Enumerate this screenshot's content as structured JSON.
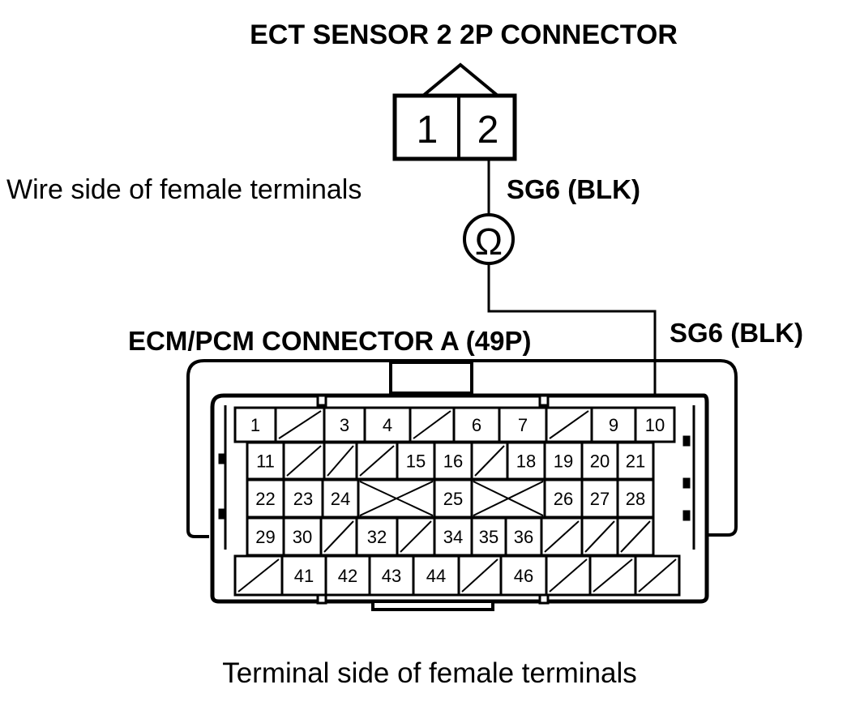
{
  "sensor_connector": {
    "title": "ECT SENSOR 2 2P CONNECTOR",
    "pins": [
      "1",
      "2"
    ],
    "side_label": "Wire side of female terminals"
  },
  "wire_label_top": "SG6 (BLK)",
  "wire_label_right": "SG6 (BLK)",
  "meter_symbol": "Ω",
  "ecm_connector": {
    "title": "ECM/PCM CONNECTOR A (49P)",
    "side_label": "Terminal side of female terminals",
    "rows": [
      [
        {
          "label": "1"
        },
        {
          "label": ""
        },
        {
          "label": "3"
        },
        {
          "label": "4"
        },
        {
          "label": ""
        },
        {
          "label": "6"
        },
        {
          "label": "7"
        },
        {
          "label": ""
        },
        {
          "label": "9"
        },
        {
          "label": "10"
        }
      ],
      [
        {
          "label": "11"
        },
        {
          "label": ""
        },
        {
          "label": ""
        },
        {
          "label": ""
        },
        {
          "label": "15"
        },
        {
          "label": "16"
        },
        {
          "label": ""
        },
        {
          "label": "18"
        },
        {
          "label": "19"
        },
        {
          "label": "20"
        },
        {
          "label": "21"
        }
      ],
      [
        {
          "label": "22"
        },
        {
          "label": "23"
        },
        {
          "label": "24"
        },
        {
          "label": ""
        },
        {
          "label": "25"
        },
        {
          "label": ""
        },
        {
          "label": "26"
        },
        {
          "label": "27"
        },
        {
          "label": "28"
        }
      ],
      [
        {
          "label": "29"
        },
        {
          "label": "30"
        },
        {
          "label": ""
        },
        {
          "label": "32"
        },
        {
          "label": ""
        },
        {
          "label": "34"
        },
        {
          "label": "35"
        },
        {
          "label": "36"
        },
        {
          "label": ""
        },
        {
          "label": ""
        },
        {
          "label": ""
        }
      ],
      [
        {
          "label": ""
        },
        {
          "label": "41"
        },
        {
          "label": "42"
        },
        {
          "label": "43"
        },
        {
          "label": "44"
        },
        {
          "label": ""
        },
        {
          "label": "46"
        },
        {
          "label": ""
        },
        {
          "label": ""
        },
        {
          "label": ""
        }
      ]
    ]
  }
}
